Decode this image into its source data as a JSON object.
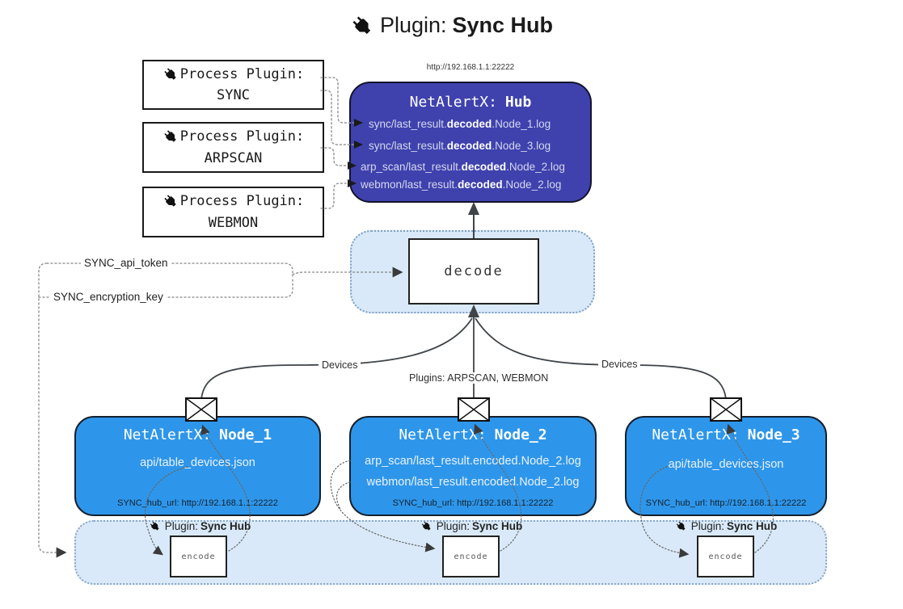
{
  "title": {
    "prefix": "Plugin:",
    "name": "Sync Hub"
  },
  "process_plugins": [
    {
      "label": "Process Plugin:",
      "name": "SYNC"
    },
    {
      "label": "Process Plugin:",
      "name": "ARPSCAN"
    },
    {
      "label": "Process Plugin:",
      "name": "WEBMON"
    }
  ],
  "hub": {
    "url": "http://192.168.1.1:22222",
    "title_prefix": "NetAlertX:",
    "title_name": "Hub",
    "logs": [
      {
        "pre": "sync/last_result.",
        "bold": "decoded",
        "post": ".Node_1.log"
      },
      {
        "pre": "sync/last_result.",
        "bold": "decoded",
        "post": ".Node_3.log"
      },
      {
        "pre": "arp_scan/last_result.",
        "bold": "decoded",
        "post": ".Node_2.log"
      },
      {
        "pre": "webmon/last_result.",
        "bold": "decoded",
        "post": ".Node_2.log"
      }
    ]
  },
  "decode_panel": {
    "box_label": "decode"
  },
  "config_labels": {
    "api_token": "SYNC_api_token",
    "encryption_key": "SYNC_encryption_key"
  },
  "edge_labels": {
    "devices_left": "Devices",
    "plugins_center": "Plugins: ARPSCAN, WEBMON",
    "devices_right": "Devices"
  },
  "nodes": [
    {
      "title_prefix": "NetAlertX:",
      "title_name": "Node_1",
      "files": [
        "api/table_devices.json"
      ],
      "hub_url": "SYNC_hub_url: http://192.168.1.1:22222"
    },
    {
      "title_prefix": "NetAlertX:",
      "title_name": "Node_2",
      "files": [
        "arp_scan/last_result.encoded.Node_2.log",
        "webmon/last_result.encoded.Node_2.log"
      ],
      "hub_url": "SYNC_hub_url: http://192.168.1.1:22222"
    },
    {
      "title_prefix": "NetAlertX:",
      "title_name": "Node_3",
      "files": [
        "api/table_devices.json"
      ],
      "hub_url": "SYNC_hub_url: http://192.168.1.1:22222"
    }
  ],
  "encode_sections": [
    {
      "plugin_prefix": "Plugin:",
      "plugin_name": "Sync Hub",
      "box_label": "encode"
    },
    {
      "plugin_prefix": "Plugin:",
      "plugin_name": "Sync Hub",
      "box_label": "encode"
    },
    {
      "plugin_prefix": "Plugin:",
      "plugin_name": "Sync Hub",
      "box_label": "encode"
    }
  ],
  "colors": {
    "hub_bg": "#3f42ad",
    "node_bg": "#2e96ea",
    "panel_bg": "#d9e9f9",
    "panel_border": "#7e9fc4",
    "solid_line": "#3f4449",
    "dotted_line": "#888888"
  }
}
